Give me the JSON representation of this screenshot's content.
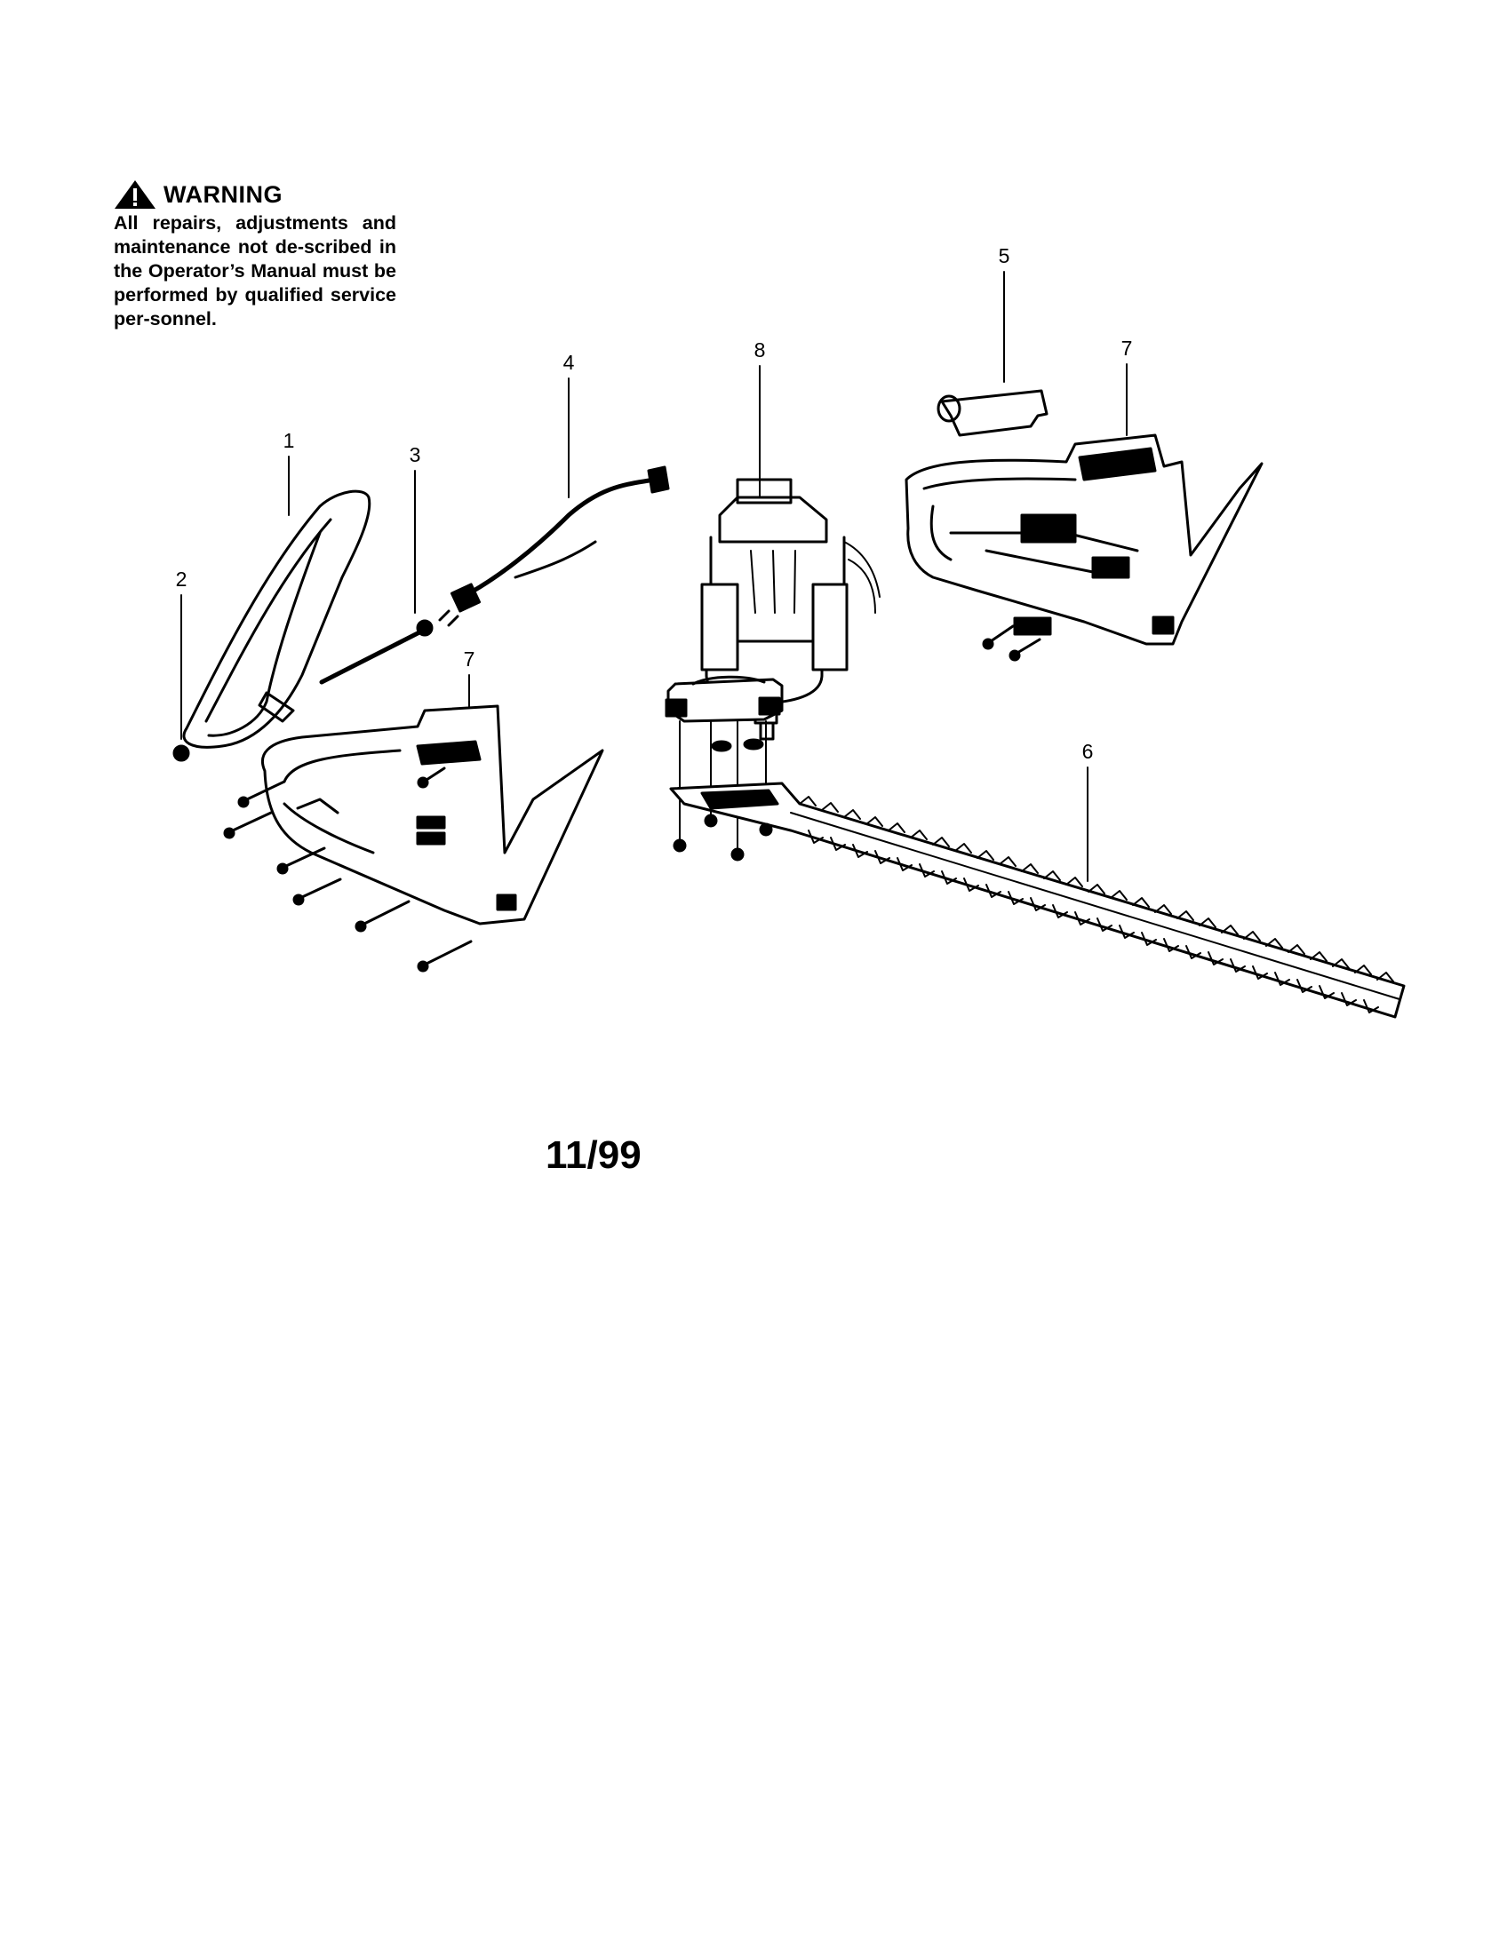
{
  "warning": {
    "title": "WARNING",
    "text": "All repairs, adjustments and maintenance not de-scribed in the Operator’s Manual must be performed by qualified service per-sonnel."
  },
  "callouts": {
    "c1": "1",
    "c2": "2",
    "c3": "3",
    "c4": "4",
    "c5": "5",
    "c6": "6",
    "c7a": "7",
    "c7b": "7",
    "c8": "8"
  },
  "footer": {
    "date": "11/99"
  },
  "icons": {
    "warning": "warning-triangle-icon"
  }
}
